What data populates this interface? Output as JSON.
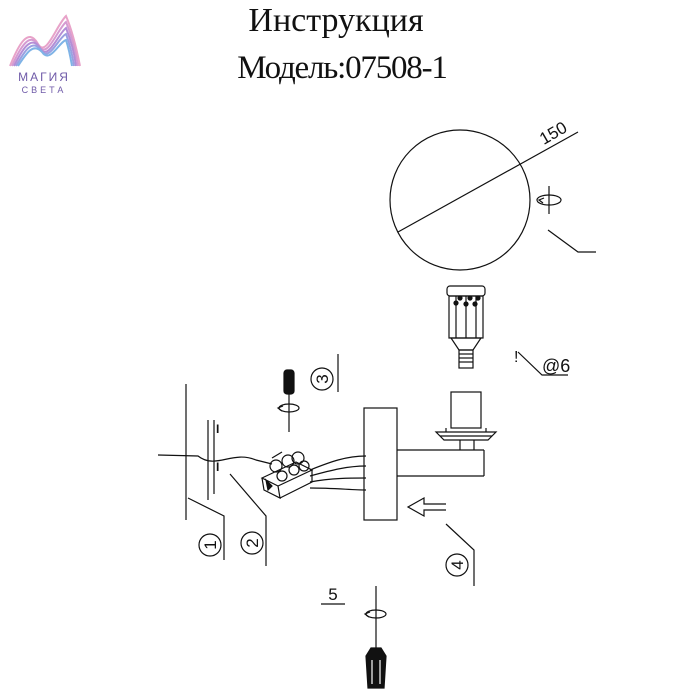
{
  "header": {
    "title": "Инструкция",
    "model": "Модель:07508-1"
  },
  "logo": {
    "name": "МАГИЯ",
    "sub": "СВЕТА",
    "colors": [
      "#e8a3c9",
      "#b48ed6",
      "#7fb3e6",
      "#6f5aa8"
    ]
  },
  "diagram": {
    "diameter_label": "150",
    "bulb_socket_label": "@6",
    "warning_mark": "!",
    "wire_marks": [
      "I",
      "I"
    ],
    "steps": [
      "1",
      "2",
      "3",
      "4",
      "5"
    ]
  }
}
